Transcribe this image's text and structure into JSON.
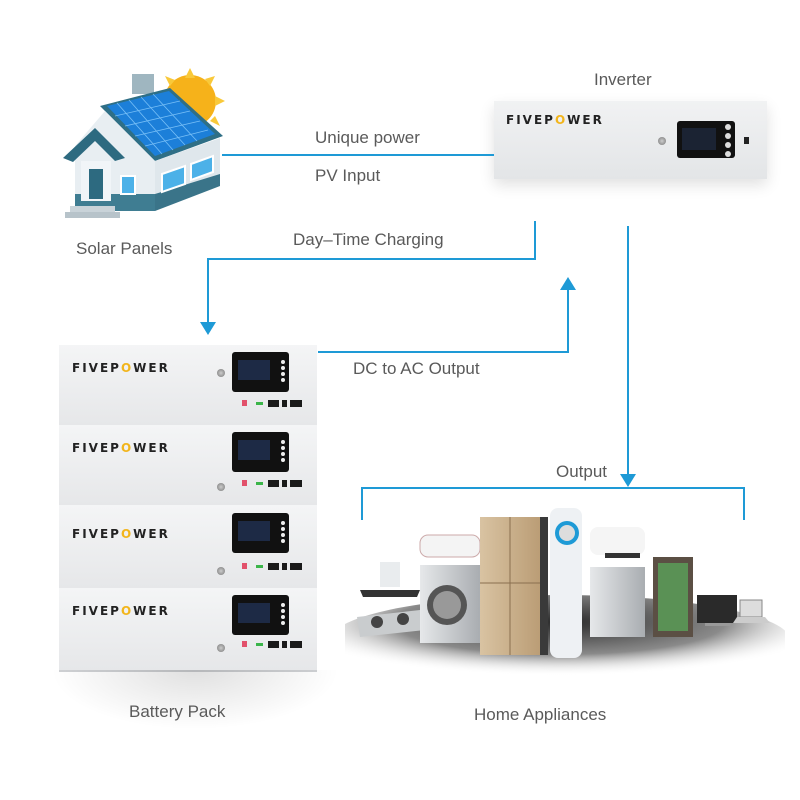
{
  "diagram": {
    "type": "solar-energy-flow",
    "accent_color": "#1e9ad6",
    "brand_name": "FIVEPOWER",
    "brand_highlight_color": "#f2b51c"
  },
  "nodes": {
    "solar": {
      "label": "Solar Panels"
    },
    "inverter": {
      "label": "Inverter",
      "brand": "FIVEPOWER"
    },
    "battery": {
      "label": "Battery Pack",
      "modules": [
        {
          "brand": "FIVEPOWER"
        },
        {
          "brand": "FIVEPOWER"
        },
        {
          "brand": "FIVEPOWER"
        },
        {
          "brand": "FIVEPOWER"
        }
      ]
    },
    "appliances": {
      "label": "Home Appliances"
    }
  },
  "edges": {
    "pv": {
      "label_top": "Unique power",
      "label_bottom": "PV Input",
      "from": "Solar Panels",
      "to": "Inverter"
    },
    "charging": {
      "label": "Day–Time Charging",
      "from": "Inverter",
      "to": "Battery Pack"
    },
    "dc_ac": {
      "label": "DC to AC Output",
      "from": "Battery Pack",
      "to": "Inverter"
    },
    "output": {
      "label": "Output",
      "from": "Inverter",
      "to": "Home Appliances"
    }
  }
}
